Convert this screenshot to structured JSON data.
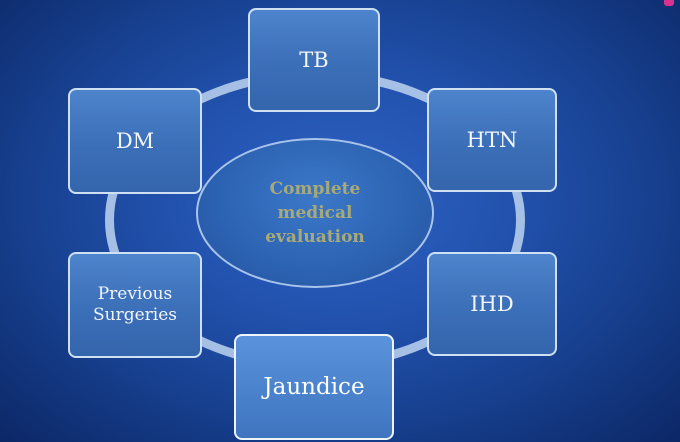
{
  "diagram": {
    "center": {
      "line1": "Complete",
      "line2": "medical",
      "line3": "evaluation"
    },
    "nodes": {
      "tb": "TB",
      "htn": "HTN",
      "ihd": "IHD",
      "jaundice": "Jaundice",
      "previous_surgeries_line1": "Previous",
      "previous_surgeries_line2": "Surgeries",
      "dm": "DM"
    }
  },
  "colors": {
    "background": "#2252ae",
    "node_fill": "#3b6fb8",
    "node_border": "#cfe0f5",
    "center_text": "#a8a978",
    "ring": "#bed4f0"
  }
}
